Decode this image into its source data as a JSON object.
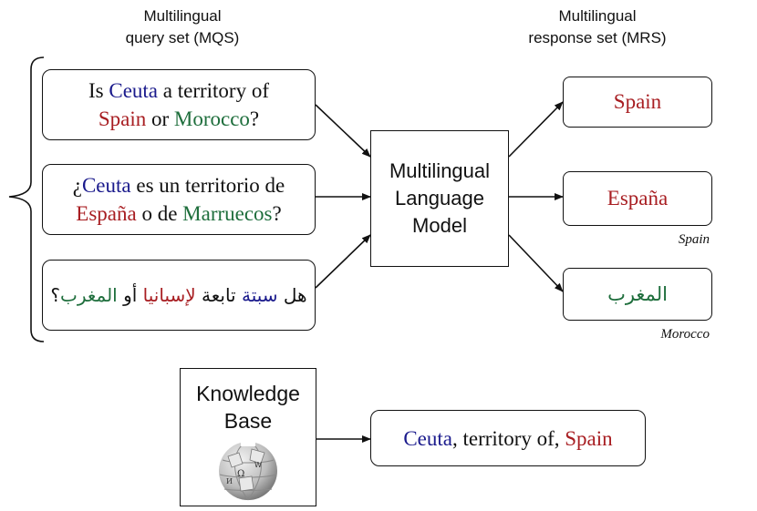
{
  "headers": {
    "mqs": [
      "Multilingual",
      "query set (MQS)"
    ],
    "mrs": [
      "Multilingual",
      "response set (MRS)"
    ]
  },
  "queries": [
    {
      "lines": [
        [
          {
            "t": "Is ",
            "c": "plain"
          },
          {
            "t": "Ceuta",
            "c": "blue"
          },
          {
            "t": " a territory of",
            "c": "plain"
          }
        ],
        [
          {
            "t": "Spain",
            "c": "red"
          },
          {
            "t": " or ",
            "c": "plain"
          },
          {
            "t": "Morocco",
            "c": "green"
          },
          {
            "t": "?",
            "c": "plain"
          }
        ]
      ]
    },
    {
      "lines": [
        [
          {
            "t": "¿",
            "c": "plain"
          },
          {
            "t": "Ceuta",
            "c": "blue"
          },
          {
            "t": " es un territorio de",
            "c": "plain"
          }
        ],
        [
          {
            "t": "España",
            "c": "red"
          },
          {
            "t": " o de ",
            "c": "plain"
          },
          {
            "t": "Marruecos",
            "c": "green"
          },
          {
            "t": "?",
            "c": "plain"
          }
        ]
      ]
    },
    {
      "lines": [
        [
          {
            "t": "هل ",
            "c": "plain"
          },
          {
            "t": "سبتة",
            "c": "blue"
          },
          {
            "t": " تابعة ",
            "c": "plain"
          },
          {
            "t": "لإسبانيا",
            "c": "red"
          },
          {
            "t": " أو ",
            "c": "plain"
          },
          {
            "t": "المغرب",
            "c": "green"
          },
          {
            "t": "؟",
            "c": "plain"
          }
        ]
      ]
    }
  ],
  "model": {
    "lines": [
      "Multilingual",
      "Language",
      "Model"
    ]
  },
  "responses": [
    {
      "text": "Spain",
      "color": "red",
      "gloss": ""
    },
    {
      "text": "España",
      "color": "red",
      "gloss": "Spain"
    },
    {
      "text": "المغرب",
      "color": "green",
      "gloss": "Morocco"
    }
  ],
  "kb": {
    "lines": [
      "Knowledge",
      "Base"
    ],
    "logo": "wikipedia-globe-icon"
  },
  "triple": [
    {
      "t": "Ceuta",
      "c": "blue"
    },
    {
      "t": ", territory of, ",
      "c": "plain"
    },
    {
      "t": "Spain",
      "c": "red"
    }
  ],
  "colors": {
    "blue": "#1a1a8c",
    "red": "#a81e22",
    "green": "#1e6e3c",
    "line": "#111111"
  }
}
